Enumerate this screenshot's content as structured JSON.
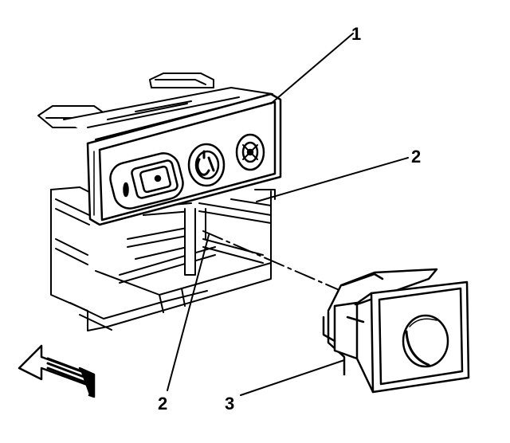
{
  "callouts": [
    {
      "id": "1",
      "text": "1"
    },
    {
      "id": "2a",
      "text": "2"
    },
    {
      "id": "2b",
      "text": "2"
    },
    {
      "id": "3",
      "text": "3"
    }
  ],
  "icons": {
    "direction_arrow": "left-arrow-icon",
    "switch_left": "rocker-switch-icon",
    "switch_center": "off-knob-icon",
    "switch_right": "settings-knob-icon",
    "push_button": "round-button-icon"
  },
  "colors": {
    "line": "#000000",
    "background": "#ffffff"
  }
}
